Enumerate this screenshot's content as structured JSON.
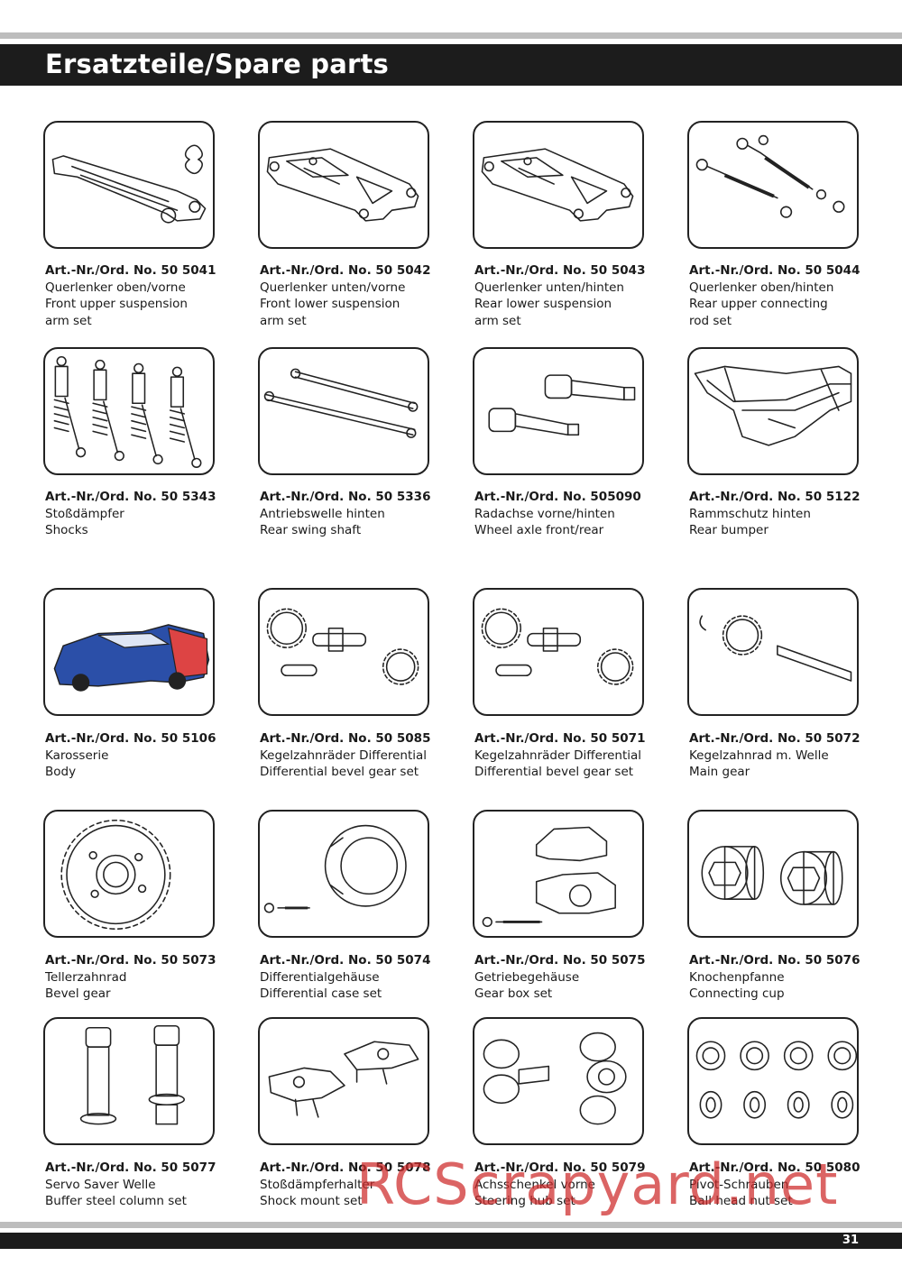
{
  "header": {
    "title": "Ersatzteile/Spare parts"
  },
  "parts": [
    {
      "art": "Art.-Nr./Ord. No. 50 5041",
      "de": "Querlenker oben/vorne",
      "en": "Front upper suspension",
      "en2": "arm set",
      "icon": "upper-arm-icon"
    },
    {
      "art": "Art.-Nr./Ord. No. 50 5042",
      "de": "Querlenker unten/vorne",
      "en": "Front lower suspension",
      "en2": "arm set",
      "icon": "lower-arm-icon"
    },
    {
      "art": "Art.-Nr./Ord. No. 50 5043",
      "de": "Querlenker unten/hinten",
      "en": "Rear lower suspension",
      "en2": "arm set",
      "icon": "lower-arm-icon"
    },
    {
      "art": "Art.-Nr./Ord. No. 50 5044",
      "de": "Querlenker oben/hinten",
      "en": "Rear upper connecting",
      "en2": "rod set",
      "icon": "rod-icon"
    },
    {
      "art": "Art.-Nr./Ord. No. 50 5343",
      "de": "Stoßdämpfer",
      "en": "Shocks",
      "en2": "",
      "icon": "shocks-icon"
    },
    {
      "art": "Art.-Nr./Ord. No. 50 5336",
      "de": "Antriebswelle hinten",
      "en": "Rear swing shaft",
      "en2": "",
      "icon": "shaft-icon"
    },
    {
      "art": "Art.-Nr./Ord. No. 505090",
      "de": "Radachse vorne/hinten",
      "en": "Wheel axle front/rear",
      "en2": "",
      "icon": "axle-icon"
    },
    {
      "art": "Art.-Nr./Ord. No. 50 5122",
      "de": "Rammschutz hinten",
      "en": "Rear bumper",
      "en2": "",
      "icon": "bumper-icon"
    },
    {
      "art": "Art.-Nr./Ord. No. 50 5106",
      "de": "Karosserie",
      "en": "Body",
      "en2": "",
      "icon": "body-icon"
    },
    {
      "art": "Art.-Nr./Ord. No. 50 5085",
      "de": "Kegelzahnräder Differential",
      "en": "Differential bevel gear set",
      "en2": "",
      "icon": "gear-icon"
    },
    {
      "art": "Art.-Nr./Ord. No. 50 5071",
      "de": "Kegelzahnräder Differential",
      "en": "Differential bevel gear set",
      "en2": "",
      "icon": "gear-icon"
    },
    {
      "art": "Art.-Nr./Ord. No. 50 5072",
      "de": "Kegelzahnrad m. Welle",
      "en": "Main gear",
      "en2": "",
      "icon": "gear-shaft-icon"
    },
    {
      "art": "Art.-Nr./Ord. No. 50 5073",
      "de": "Tellerzahnrad",
      "en": "Bevel gear",
      "en2": "",
      "icon": "bevel-gear-icon"
    },
    {
      "art": "Art.-Nr./Ord. No. 50 5074",
      "de": "Differentialgehäuse",
      "en": "Differential case set",
      "en2": "",
      "icon": "diff-case-icon"
    },
    {
      "art": "Art.-Nr./Ord. No. 50 5075",
      "de": "Getriebegehäuse",
      "en": "Gear box set",
      "en2": "",
      "icon": "gearbox-icon"
    },
    {
      "art": "Art.-Nr./Ord. No. 50 5076",
      "de": "Knochenpfanne",
      "en": "Connecting cup",
      "en2": "",
      "icon": "cup-icon"
    },
    {
      "art": "Art.-Nr./Ord. No. 50 5077",
      "de": "Servo Saver Welle",
      "en": "Buffer steel column set",
      "en2": "",
      "icon": "column-icon"
    },
    {
      "art": "Art.-Nr./Ord. No. 50 5078",
      "de": "Stoßdämpferhalter",
      "en": "Shock mount set",
      "en2": "",
      "icon": "mount-icon"
    },
    {
      "art": "Art.-Nr./Ord. No. 50 5079",
      "de": "Achsschenkel vorne",
      "en": "Steering hub set",
      "en2": "",
      "icon": "hub-icon"
    },
    {
      "art": "Art.-Nr./Ord. No. 50 5080",
      "de": "Pivot-Schrauben",
      "en": "Ball head nut set",
      "en2": "",
      "icon": "ball-nut-icon"
    }
  ],
  "footer": {
    "page_number": "31"
  },
  "watermark": {
    "text": "RCScrapyard.net",
    "color": "#cd2828"
  }
}
